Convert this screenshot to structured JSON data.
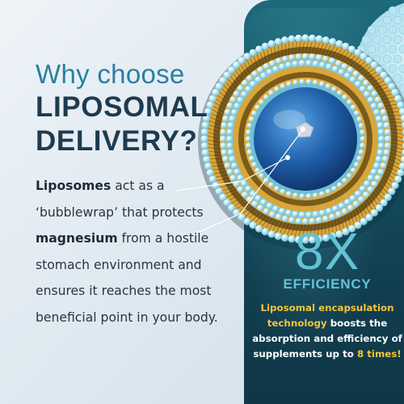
{
  "headline": {
    "line1": "Why choose",
    "line2": "LIPOSOMAL",
    "line3": "DELIVERY?"
  },
  "body": {
    "part1_bold": "Liposomes",
    "part2": " act as a ‘bubblewrap’ that protects ",
    "part3_bold": "magnesium",
    "part4": " from a hostile stomach environment and ensures it reaches the most beneficial point in your body."
  },
  "stat": {
    "number": "8X",
    "label": "EFFICIENCY",
    "desc_highlight": "Liposomal encapsulation technology",
    "desc_mid": " boosts the absorption and efficiency of supplements up to ",
    "desc_end_highlight": "8 times!"
  },
  "colors": {
    "accent_blue": "#2b7fa1",
    "dark_navy": "#1e3b4f",
    "teal_panel": "#154e61",
    "cyan_stat": "#63c1d6",
    "yellow_highlight": "#f3c43b"
  },
  "graphics": {
    "liposome_illustration": "liposome-cross-section-icon",
    "secondary_liposome": "liposome-sphere-icon"
  }
}
